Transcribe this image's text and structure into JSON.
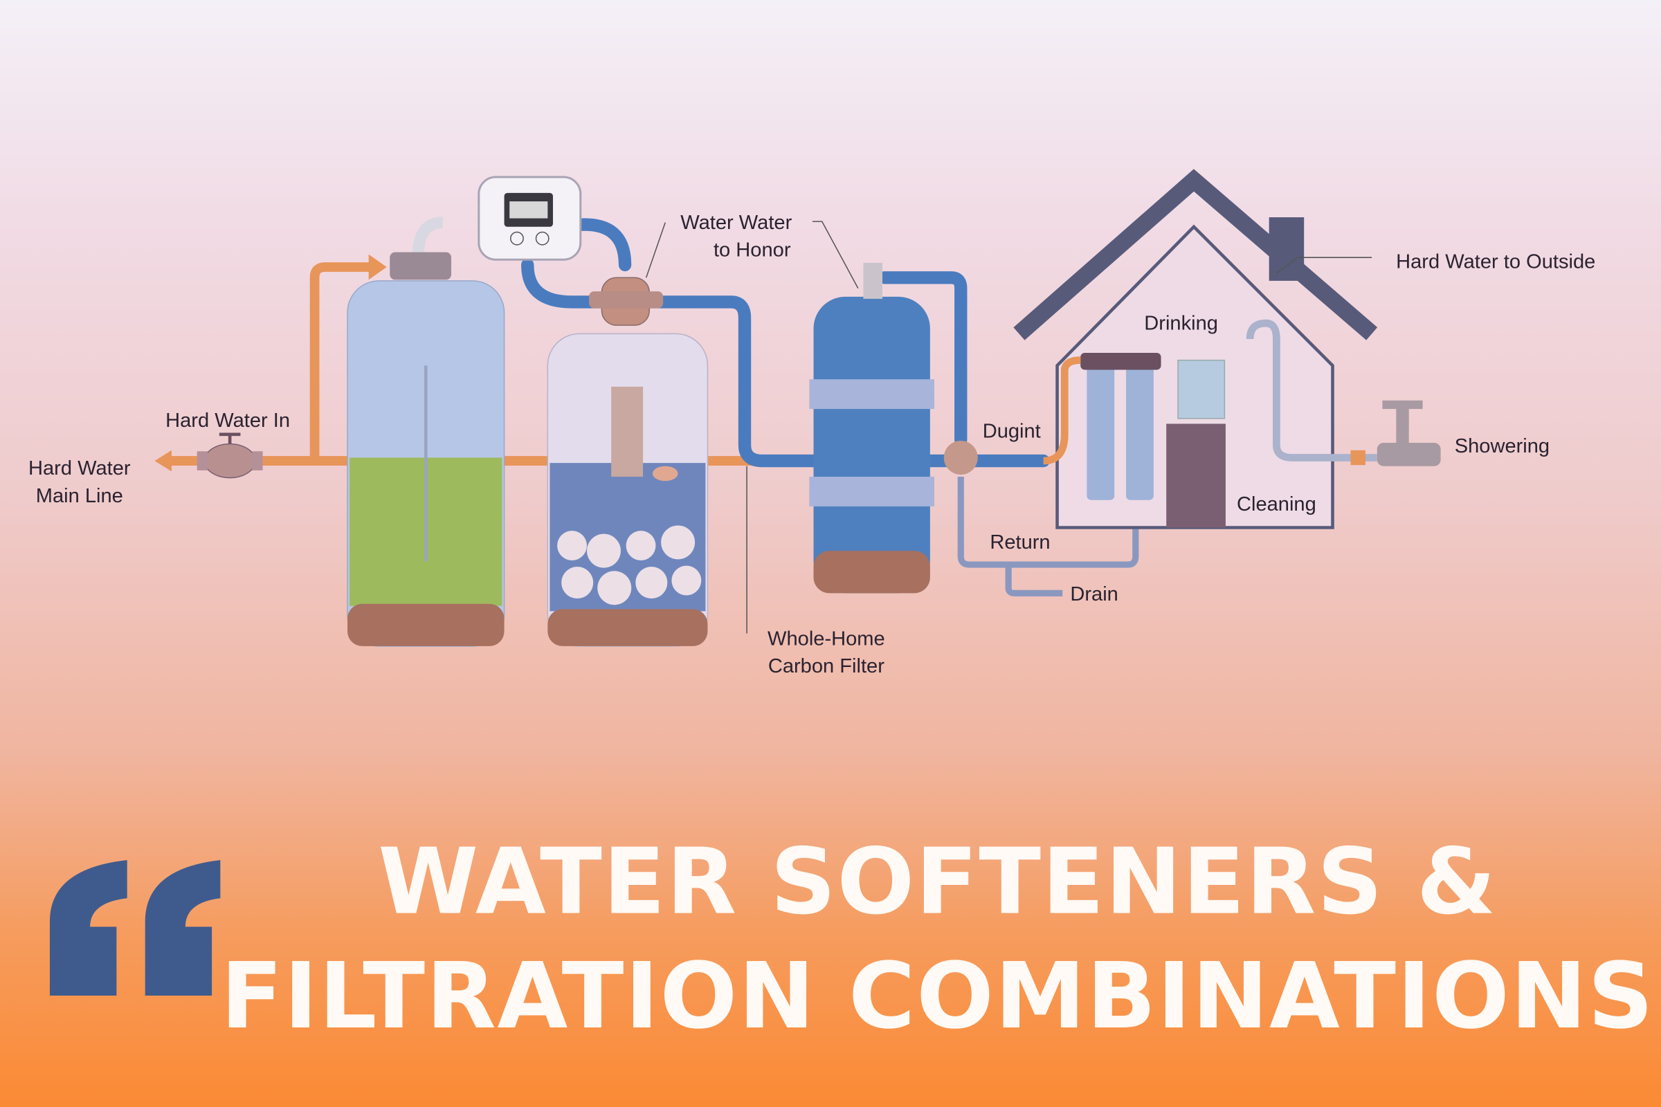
{
  "diagram": {
    "labels": {
      "main_line_1": "Hard Water",
      "main_line_2": "Main Line",
      "hard_water_in": "Hard Water In",
      "water_to_home_1": "Water Water",
      "water_to_home_2": "to Honor",
      "carbon_filter_1": "Whole-Home",
      "carbon_filter_2": "Carbon Filter",
      "dugint": "Dugint",
      "return": "Return",
      "drain": "Drain",
      "hard_water_outside": "Hard Water to Outside",
      "drinking": "Drinking",
      "showering": "Showering",
      "cleaning": "Cleaning"
    }
  },
  "banner": {
    "title_line_1": "WATER SOFTENERS &",
    "title_line_2": "FILTRATION COMBINATIONS",
    "quote_icon": "quote-mark"
  },
  "colors": {
    "accent_blue": "#3f5b8e",
    "pipe_orange": "#e8955a",
    "pipe_blue": "#4a7bbf"
  }
}
